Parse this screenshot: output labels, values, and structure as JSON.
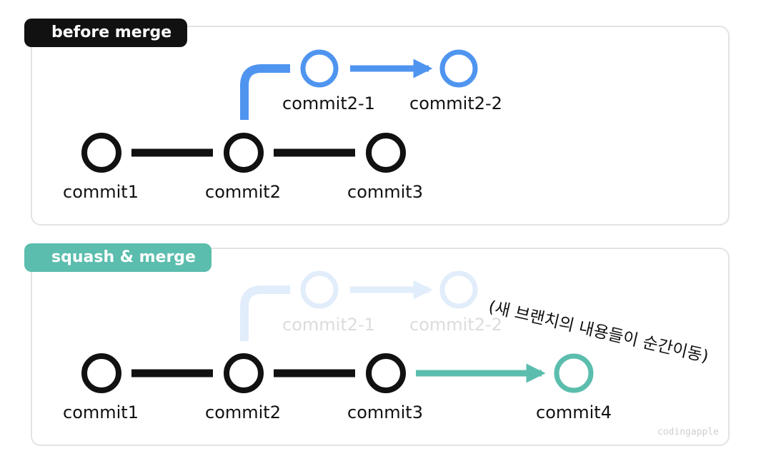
{
  "panels": [
    {
      "title": "before merge",
      "title_color": "#111111",
      "main_commits": [
        "commit1",
        "commit2",
        "commit3"
      ],
      "branch_commits": [
        "commit2-1",
        "commit2-2"
      ]
    },
    {
      "title": "squash & merge",
      "title_color": "#5bbdad",
      "main_commits": [
        "commit1",
        "commit2",
        "commit3"
      ],
      "branch_commits": [
        "commit2-1",
        "commit2-2"
      ],
      "merged_commit": "commit4",
      "note": "(새 브랜치의 내용들이 순간이동)"
    }
  ],
  "colors": {
    "main": "#111111",
    "branch": "#4f95f0",
    "branch_faded": "#e2edfb",
    "branch_faded_text": "#dcdcdc",
    "merge": "#5bbdad"
  },
  "watermark": "codingapple"
}
